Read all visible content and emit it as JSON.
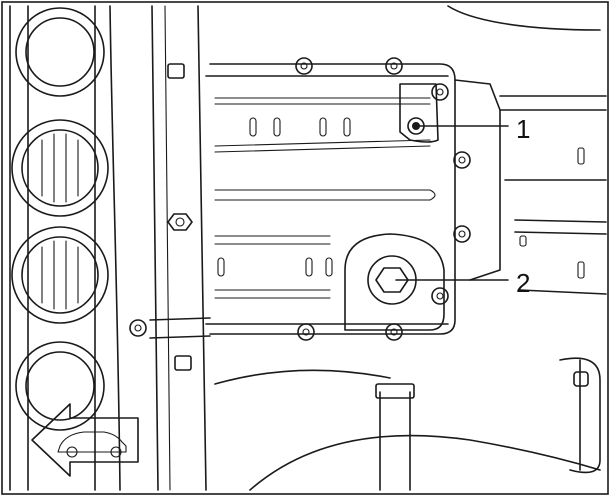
{
  "figure": {
    "callouts": [
      {
        "id": "1",
        "label": "1"
      },
      {
        "id": "2",
        "label": "2"
      }
    ],
    "direction_indicator": {
      "icon": "car-front-arrow-icon",
      "points": "left"
    },
    "colors": {
      "line": "#1a1a1a",
      "background": "#ffffff"
    }
  }
}
